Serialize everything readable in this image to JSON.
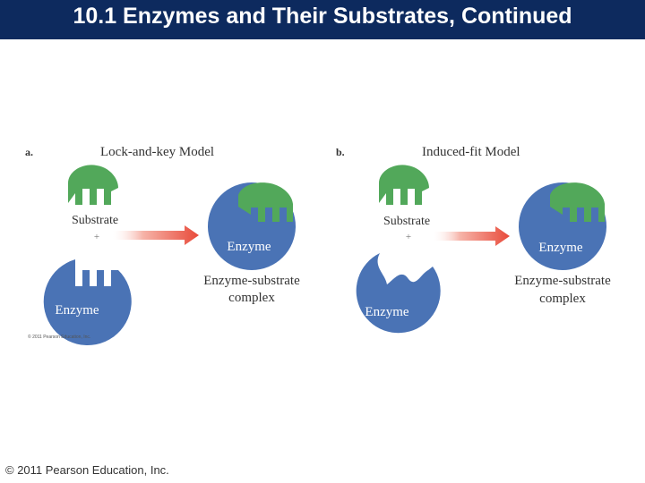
{
  "slide": {
    "title": "10.1 Enzymes and Their Substrates, Continued",
    "footer": "© 2011 Pearson Education, Inc."
  },
  "colors": {
    "title_bar": "#0d2a5e",
    "enzyme": "#4a73b5",
    "substrate": "#52a85a",
    "arrow": "#e84a3a"
  },
  "panel_a": {
    "letter": "a.",
    "heading": "Lock-and-key Model",
    "substrate_label": "Substrate",
    "plus": "+",
    "enzyme_label": "Enzyme",
    "complex_enzyme_label": "Enzyme",
    "complex_label_line1": "Enzyme-substrate",
    "complex_label_line2": "complex",
    "copyright": "© 2011 Pearson Education, Inc."
  },
  "panel_b": {
    "letter": "b.",
    "heading": "Induced-fit Model",
    "substrate_label": "Substrate",
    "plus": "+",
    "enzyme_label": "Enzyme",
    "complex_enzyme_label": "Enzyme",
    "complex_label_line1": "Enzyme-substrate",
    "complex_label_line2": "complex"
  }
}
